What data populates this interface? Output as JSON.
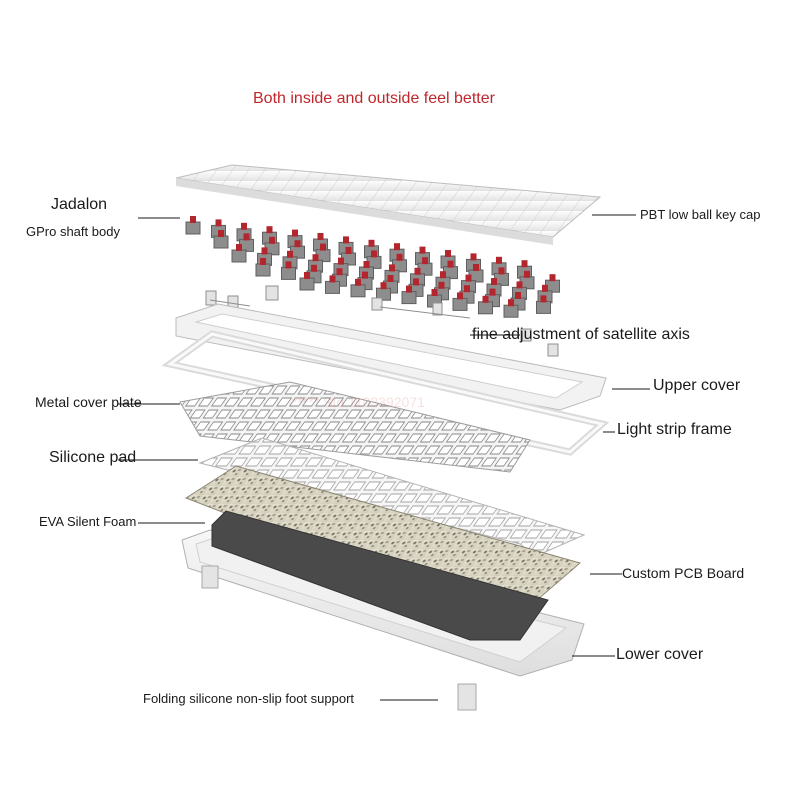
{
  "headline": "Both inside and outside feel better",
  "watermark": "***** Sto 1103392071",
  "labels": {
    "jadalon": "Jadalon",
    "switch_body": "GPro shaft body",
    "keycap": "PBT low ball key cap",
    "satellite": "fine adjustment of satellite axis",
    "upper_cover": "Upper cover",
    "metal_plate": "Metal cover plate",
    "light_strip": "Light strip frame",
    "silicone_pad": "Silicone pad",
    "eva_foam": "EVA Silent Foam",
    "pcb": "Custom PCB Board",
    "lower_cover": "Lower cover",
    "foot_support": "Folding silicone non-slip foot support"
  },
  "colors": {
    "headline": "#c0272d",
    "switch_stem": "#b3262d",
    "keycap": "#f2f2f2",
    "foam": "#4a4a4a",
    "pcb": "#d9d5c4"
  }
}
